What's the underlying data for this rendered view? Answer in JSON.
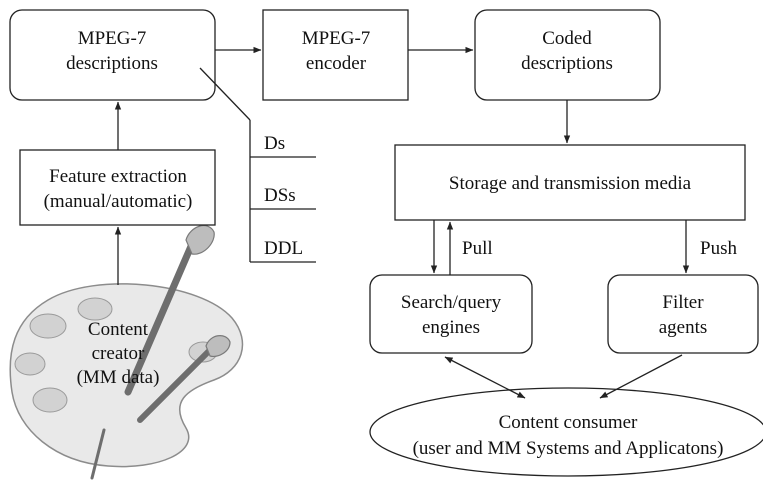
{
  "nodes": {
    "mpeg7_descriptions": [
      "MPEG-7",
      "descriptions"
    ],
    "mpeg7_encoder": [
      "MPEG-7",
      "encoder"
    ],
    "coded_descriptions": [
      "Coded",
      "descriptions"
    ],
    "feature_extraction": [
      "Feature extraction",
      "(manual/automatic)"
    ],
    "storage": [
      "Storage and transmission media"
    ],
    "search_engines": [
      "Search/query",
      "engines"
    ],
    "filter_agents": [
      "Filter",
      "agents"
    ],
    "content_consumer": [
      "Content consumer",
      "(user and MM Systems and Applicatons)"
    ],
    "content_creator": [
      "Content",
      "creator",
      "(MM data)"
    ]
  },
  "branch_labels": [
    "Ds",
    "DSs",
    "DDL"
  ],
  "edge_labels": {
    "pull": "Pull",
    "push": "Push"
  },
  "icons": {
    "creator": "paint-palette-icon"
  }
}
